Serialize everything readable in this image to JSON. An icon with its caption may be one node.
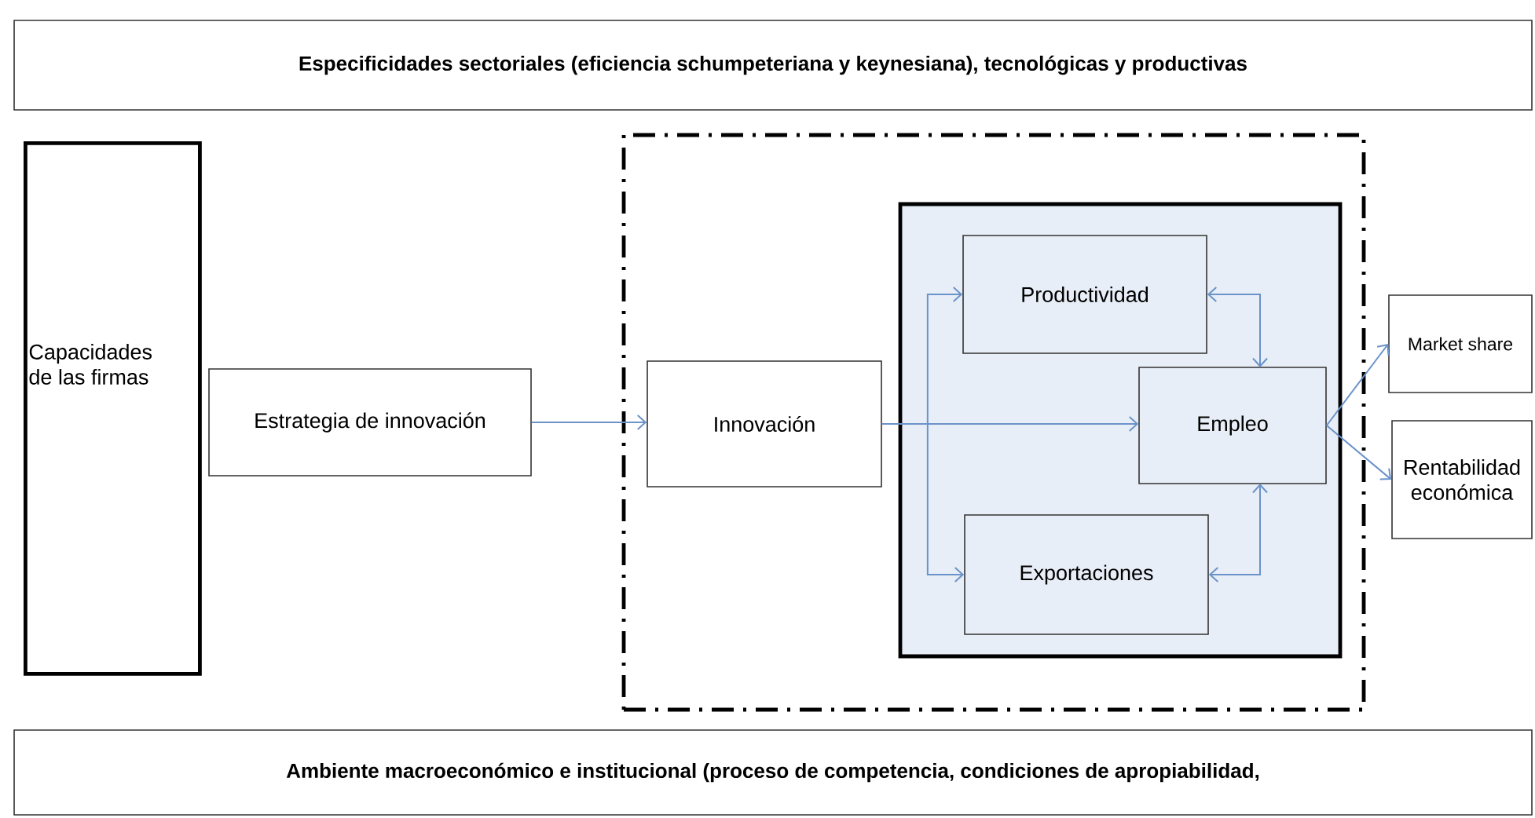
{
  "diagram": {
    "nodes": [
      {
        "text": [
          "Especificidades sectoriales (eficiencia schumpeteriana y keynesiana), tecnológicas y productivas"
        ]
      },
      {
        "text": [
          "Capacidades de las firmas"
        ]
      },
      {
        "text": [
          "Estrategia de innovación"
        ]
      },
      {
        "text": [],
        "shape": "box"
      },
      {
        "text": [
          "Innovación"
        ],
        "in": 3
      },
      {
        "text": [],
        "shape": "box",
        "in": 3
      },
      {
        "text": [
          "Productividad"
        ],
        "in": 5
      },
      {
        "text": [
          "Empleo"
        ],
        "in": 5
      },
      {
        "text": [
          "Exportaciones"
        ],
        "in": 5
      },
      {
        "text": [
          "Market share"
        ]
      },
      {
        "text": [
          "Rentabilidad económica"
        ]
      },
      {
        "text": [
          "Ambiente macroeconómico e institucional (proceso de competencia, condiciones de apropiabilidad,"
        ]
      }
    ],
    "edges": [
      {
        "from": 2,
        "to": 4,
        "arrow": "to"
      },
      {
        "from": 4,
        "to": 6,
        "arrow": "to"
      },
      {
        "from": 4,
        "to": 7,
        "arrow": "to"
      },
      {
        "from": 4,
        "to": 8,
        "arrow": "to"
      },
      {
        "from": 6,
        "to": 7,
        "arrow": "both"
      },
      {
        "from": 8,
        "to": 7,
        "arrow": "both"
      },
      {
        "from": 7,
        "to": 9,
        "arrow": "to"
      },
      {
        "from": 7,
        "to": 10,
        "arrow": "to"
      }
    ]
  }
}
